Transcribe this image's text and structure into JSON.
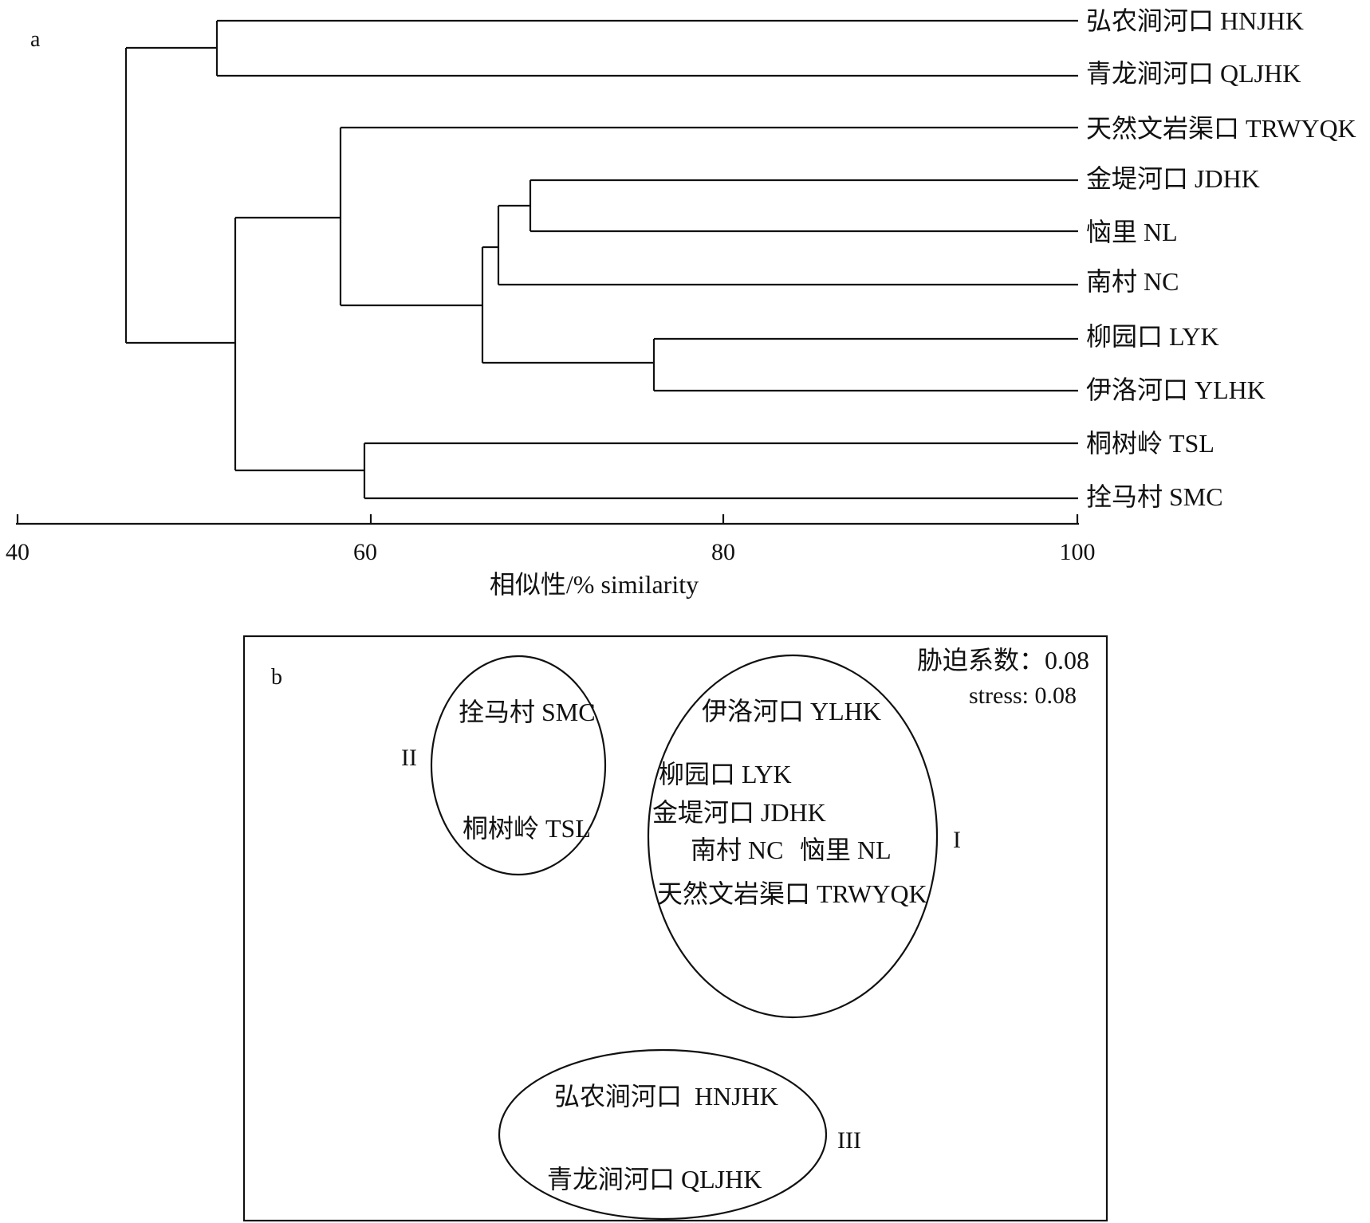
{
  "panel_a": {
    "label": "a",
    "axis": {
      "title": "相似性/% similarity",
      "ticks": [
        "40",
        "60",
        "80",
        "100"
      ]
    },
    "leaves": [
      {
        "id": "HNJHK",
        "label": "弘农涧河口 HNJHK"
      },
      {
        "id": "QLJHK",
        "label": "青龙涧河口 QLJHK"
      },
      {
        "id": "TRWYQK",
        "label": "天然文岩渠口 TRWYQK"
      },
      {
        "id": "JDHK",
        "label": "金堤河口 JDHK"
      },
      {
        "id": "NL",
        "label": "恼里 NL"
      },
      {
        "id": "NC",
        "label": "南村 NC"
      },
      {
        "id": "LYK",
        "label": "柳园口 LYK"
      },
      {
        "id": "YLHK",
        "label": "伊洛河口 YLHK"
      },
      {
        "id": "TSL",
        "label": "桐树岭 TSL"
      },
      {
        "id": "SMC",
        "label": "拴马村 SMC"
      }
    ]
  },
  "panel_b": {
    "label": "b",
    "stress_cn": "胁迫系数：0.08",
    "stress_en": "stress: 0.08",
    "groups": [
      {
        "id": "I",
        "label": "I"
      },
      {
        "id": "II",
        "label": "II"
      },
      {
        "id": "III",
        "label": "III"
      }
    ],
    "points": {
      "SMC": "拴马村 SMC",
      "TSL": "桐树岭 TSL",
      "YLHK": "伊洛河口 YLHK",
      "LYK": "柳园口 LYK",
      "JDHK": "金堤河口 JDHK",
      "NC": "南村 NC",
      "NL": "恼里 NL",
      "TRWYQK": "天然文岩渠口 TRWYQK",
      "HNJHK": "弘农涧河口  HNJHK",
      "QLJHK": "青龙涧河口 QLJHK"
    }
  }
}
